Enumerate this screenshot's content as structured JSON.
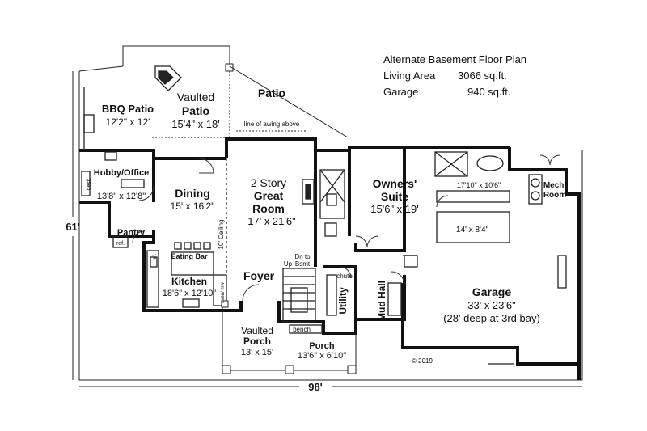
{
  "legend": {
    "title": "Alternate Basement Floor Plan",
    "rows": [
      {
        "label": "Living Area",
        "value": "3066 sq.ft."
      },
      {
        "label": "Garage",
        "value": "940 sq.ft."
      }
    ]
  },
  "rooms": {
    "patio": {
      "name": "Patio"
    },
    "bbq": {
      "name": "BBQ Patio",
      "size": "12'2\" x 12'"
    },
    "vaulted_patio": {
      "line1": "Vaulted",
      "line2": "Patio",
      "size": "15'4\" x 18'"
    },
    "awning": {
      "note": "line of awing above"
    },
    "hobby": {
      "name": "Hobby/Office",
      "size": "13'8\" x 12'8\"",
      "desk": "desk"
    },
    "dining": {
      "name": "Dining",
      "size": "15' x 16'2\""
    },
    "great_room": {
      "line1": "2 Story",
      "line2": "Great",
      "line3": "Room",
      "size": "17' x 21'6\""
    },
    "ceiling": {
      "note": "10' Ceiling"
    },
    "owners": {
      "line1": "Owners'",
      "line2": "Suite",
      "size": "15'6\" x 19'"
    },
    "bath": {
      "size": "17'10\" x 10'6\""
    },
    "closet": {
      "size": "14' x 8'4\""
    },
    "mech": {
      "line1": "Mech.",
      "line2": "Room"
    },
    "pantry": {
      "name": "Pantry",
      "ref": "ref."
    },
    "kitchen": {
      "name": "Kitchen",
      "size": "18'6\" x 12'10\"",
      "eating_bar": "Eating Bar",
      "ref": "ref.",
      "oven": "oven/ mw"
    },
    "foyer": {
      "name": "Foyer"
    },
    "stairs": {
      "dn": "Dn to",
      "bsmt": "Bsmt",
      "up": "Up",
      "bench": "bench"
    },
    "chute": {
      "note": "chute"
    },
    "utility": {
      "name": "Utility"
    },
    "mud_hall": {
      "name": "Mud Hall"
    },
    "garage": {
      "name": "Garage",
      "size": "33' x 23'6\"",
      "note": "(28' deep at 3rd bay)"
    },
    "vaulted_porch": {
      "line1": "Vaulted",
      "line2": "Porch",
      "size": "13' x 15'"
    },
    "porch": {
      "name": "Porch",
      "size": "13'6\" x 6'10\""
    }
  },
  "dimensions": {
    "depth": "61'",
    "width": "98'"
  },
  "copyright": "© 2019"
}
